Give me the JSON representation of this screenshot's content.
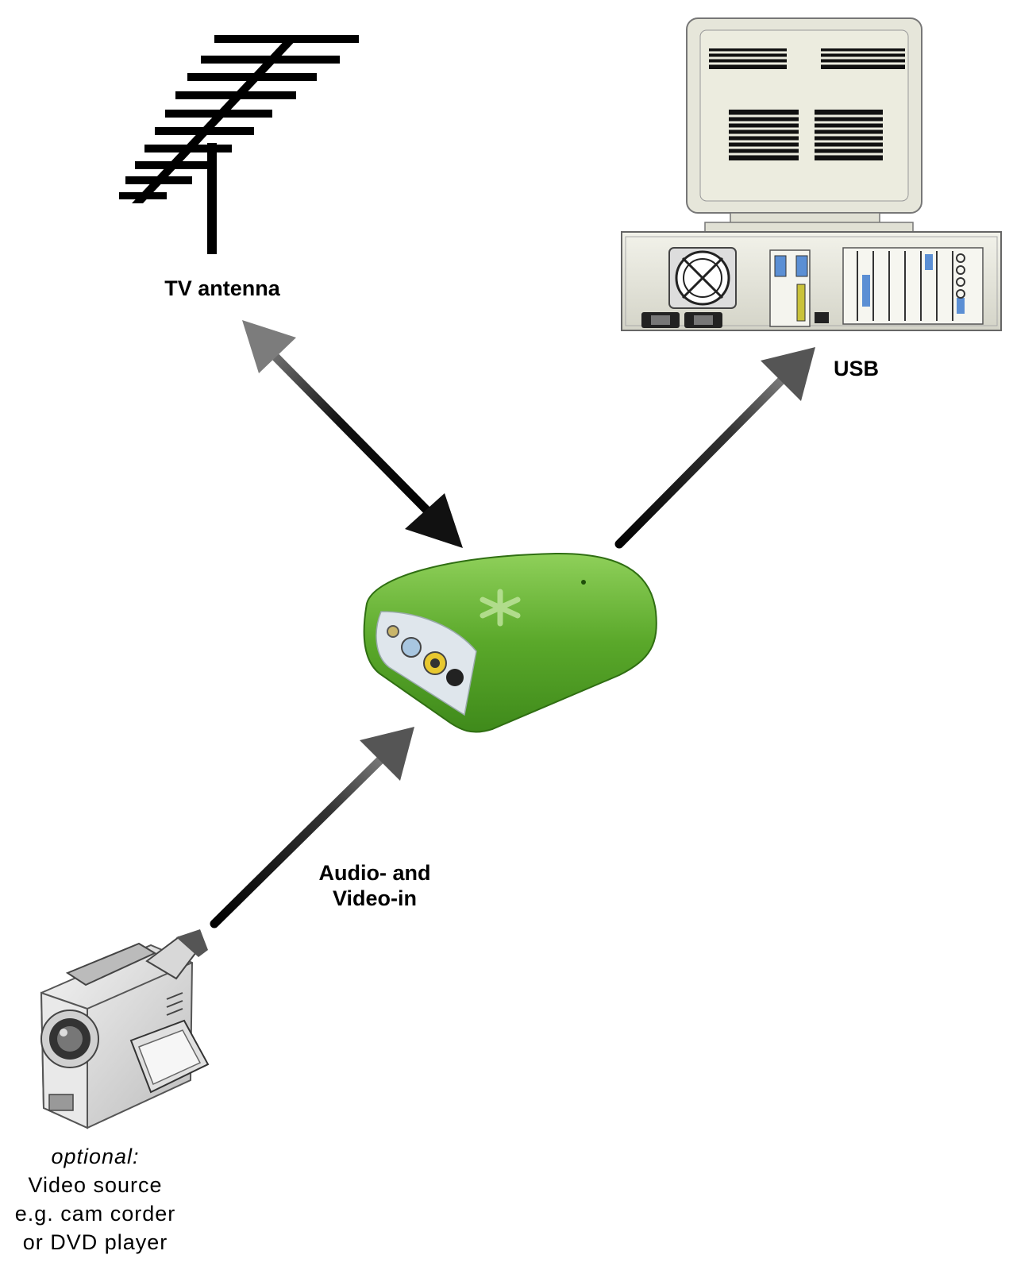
{
  "labels": {
    "antenna": "TV antenna",
    "usb": "USB",
    "av_line1": "Audio- and",
    "av_line2": "Video-in",
    "source_optional": "optional:",
    "source_line1": "Video source",
    "source_line2": "e.g. cam corder",
    "source_line3": "or DVD player"
  },
  "colors": {
    "device_green": "#5aa82a",
    "device_face": "#dfe6ec",
    "arrow_dark": "#111111",
    "computer_beige": "#e8e8dc",
    "computer_outline": "#555555"
  }
}
